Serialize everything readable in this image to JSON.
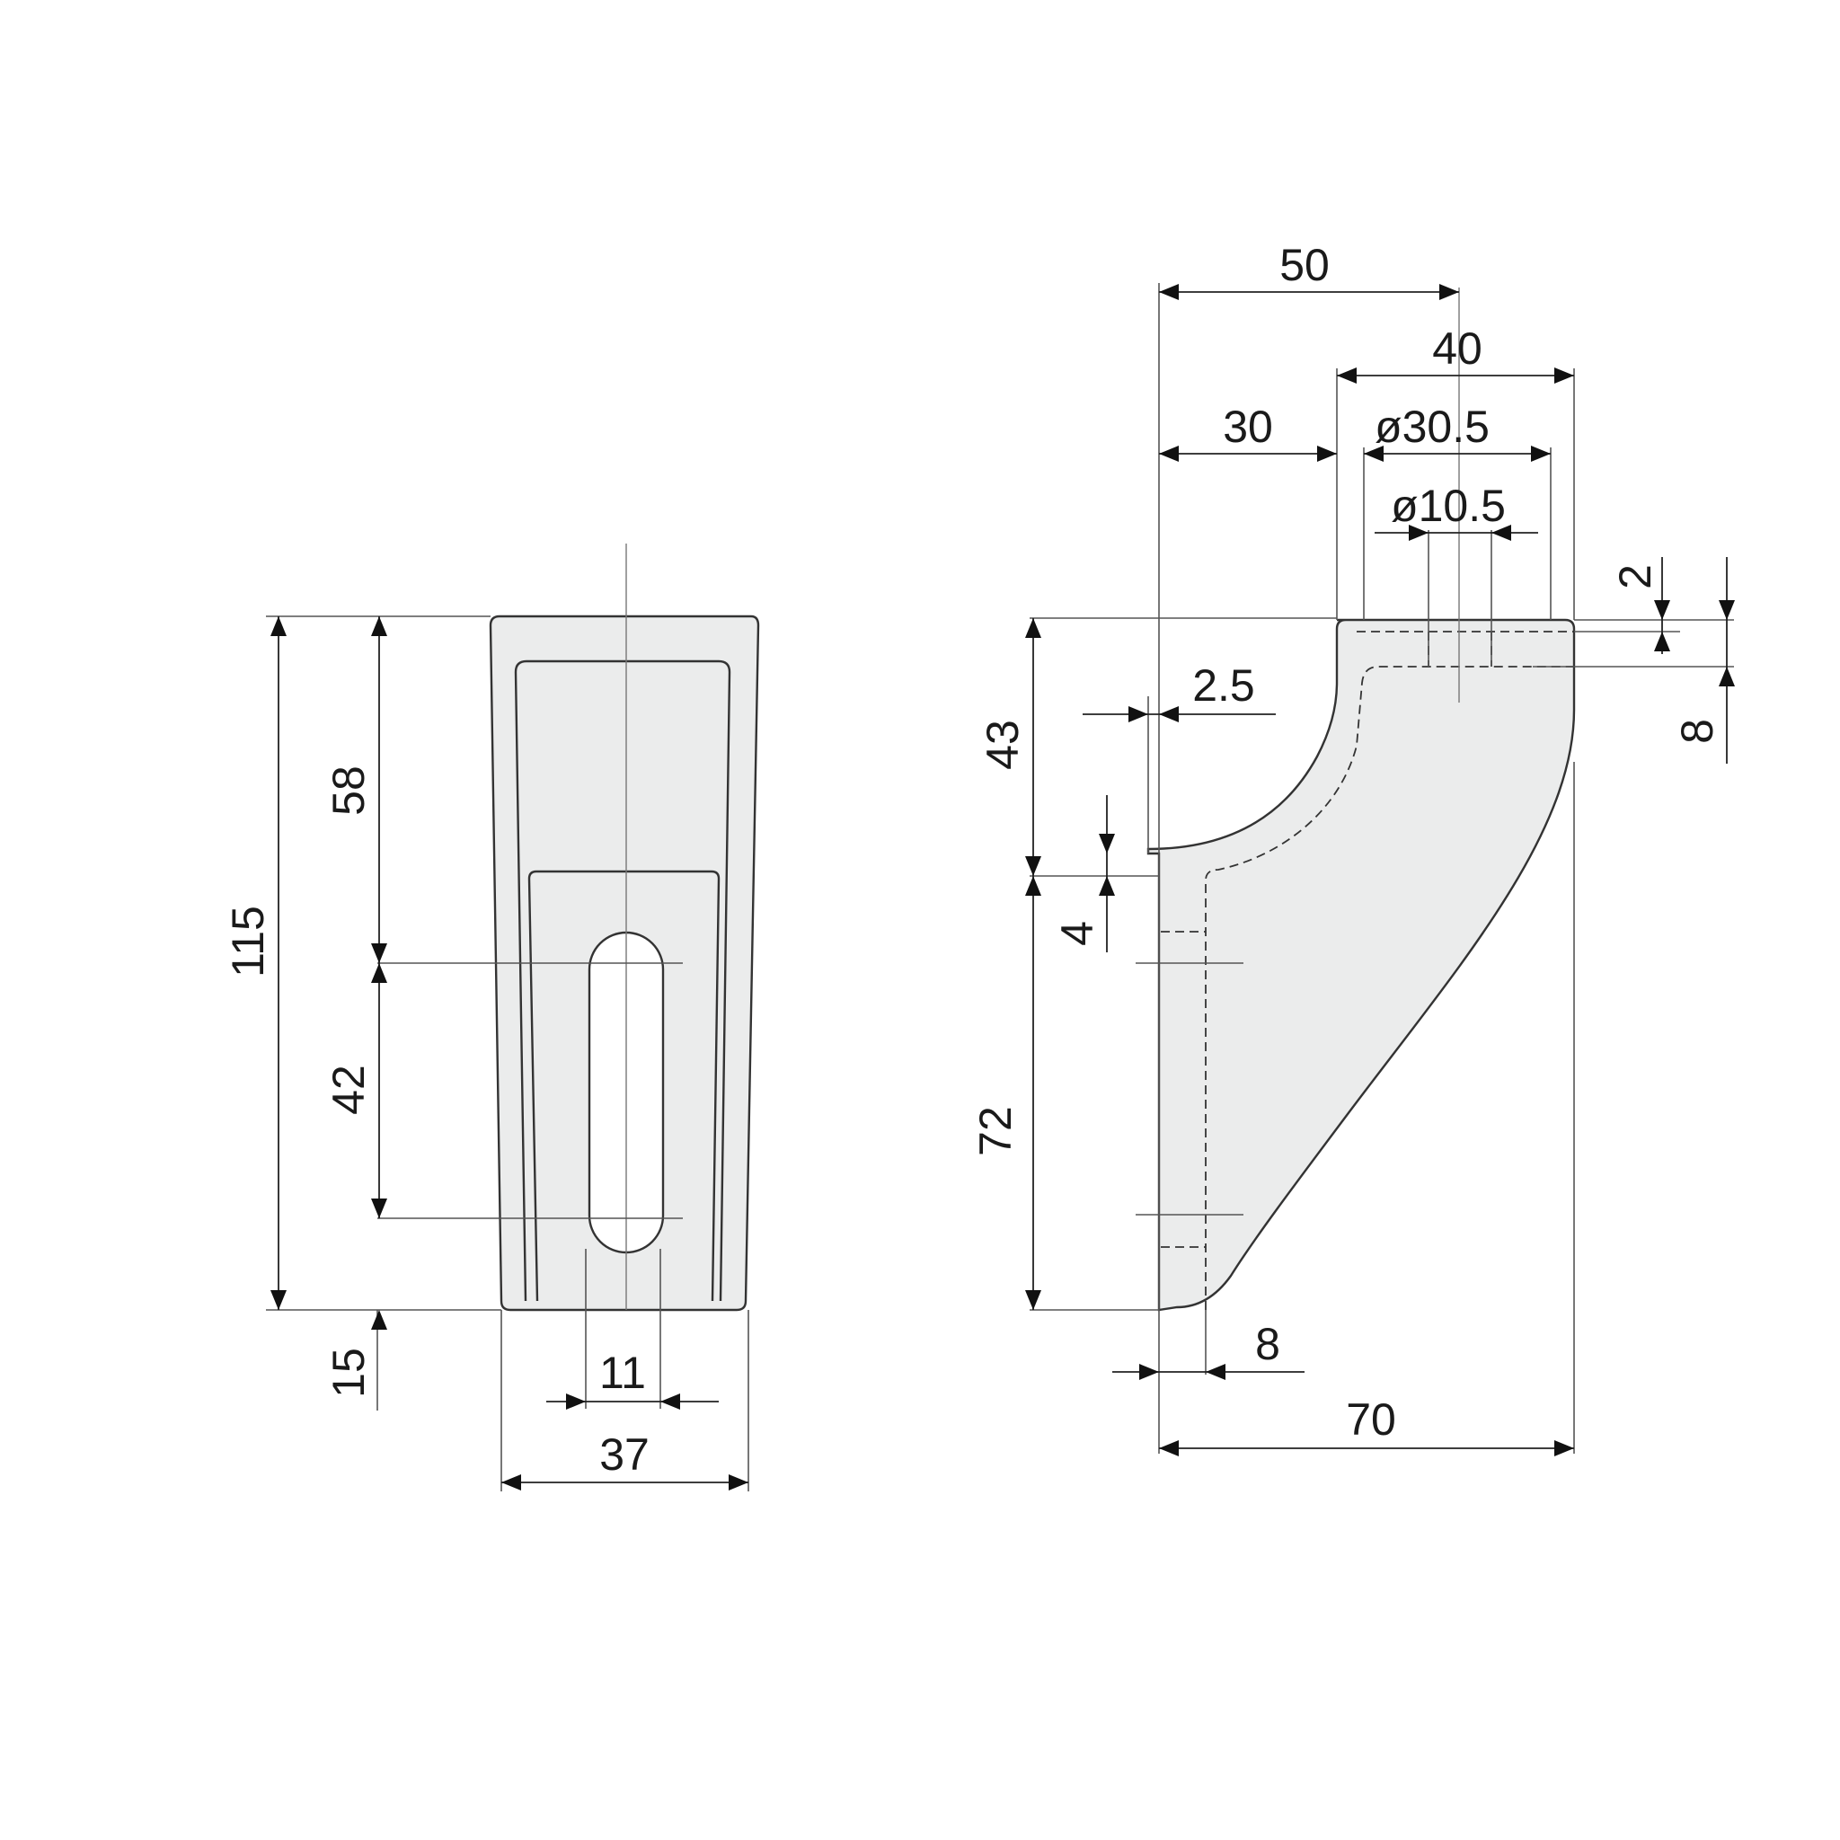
{
  "front_view": {
    "dims": {
      "overall_height": "115",
      "top_to_slot": "58",
      "slot_length": "42",
      "bottom_offset": "15",
      "slot_width": "11",
      "width": "37"
    }
  },
  "side_view": {
    "dims": {
      "to_axis": "50",
      "top_width": "40",
      "to_step": "30",
      "outer_diameter": "ø30.5",
      "hole_diameter": "ø10.5",
      "top_thickness": "2",
      "recess_depth": "8",
      "wall_lip": "2.5",
      "upper_height": "43",
      "lip_height": "4",
      "lower_height": "72",
      "wall_thickness": "8",
      "overall_depth": "70"
    }
  }
}
